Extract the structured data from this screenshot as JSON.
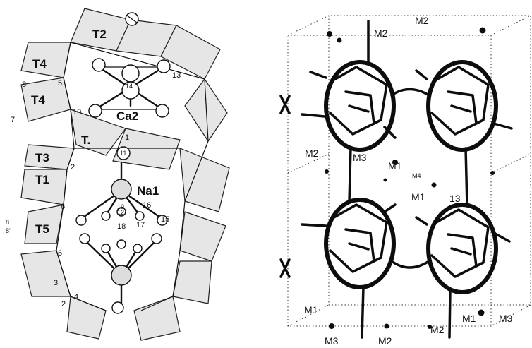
{
  "left_panel": {
    "tetrahedra": [
      "T2",
      "T4",
      "T4",
      "T3",
      "T1",
      "T5",
      "T."
    ],
    "atom_labels": [
      "Ca2",
      "Na1"
    ],
    "site_numbers": [
      "1",
      "2",
      "2",
      "3",
      "4",
      "5",
      "6",
      "6",
      "7",
      "8",
      "8",
      "8'",
      "10",
      "11",
      "12",
      "13",
      "14",
      "15",
      "16'",
      "17",
      "18",
      "19"
    ],
    "edge_labels": [
      "4",
      "8",
      "8'"
    ]
  },
  "right_panel": {
    "site_labels": [
      "M2",
      "M2",
      "M2",
      "M3",
      "M1",
      "M4",
      "M1",
      "13",
      "M1",
      "M1",
      "M3",
      "M2",
      "M3",
      "M2"
    ]
  }
}
